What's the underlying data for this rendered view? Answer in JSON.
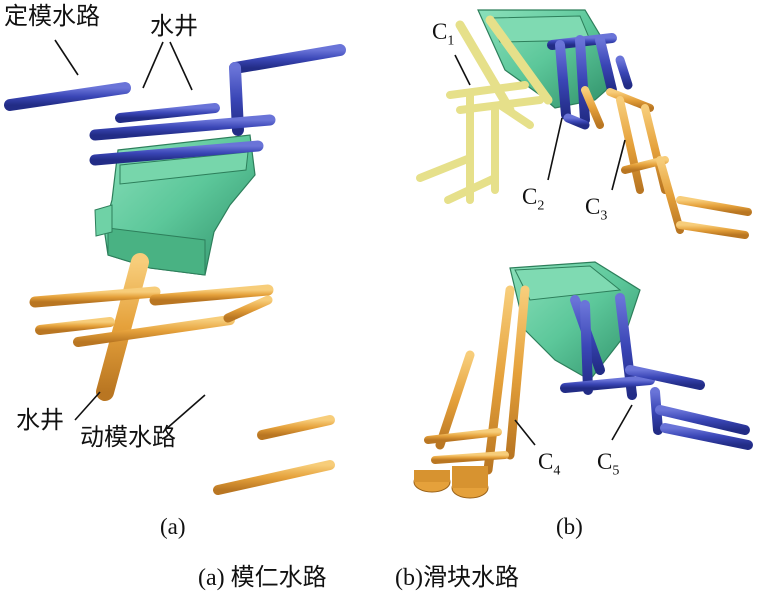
{
  "labels": {
    "fixed_mold_water": "定模水路",
    "well_top": "水井",
    "well_bottom": "水井",
    "moving_mold_water": "动模水路"
  },
  "channels": [
    {
      "letter": "C",
      "sub": "1"
    },
    {
      "letter": "C",
      "sub": "2"
    },
    {
      "letter": "C",
      "sub": "3"
    },
    {
      "letter": "C",
      "sub": "4"
    },
    {
      "letter": "C",
      "sub": "5"
    }
  ],
  "subfigs": {
    "a": "(a)",
    "b": "(b)"
  },
  "caption": {
    "a": "(a) 模仁水路",
    "b": "(b)滑块水路"
  },
  "colors": {
    "blue_pipe": "#3a46b6",
    "orange_pipe": "#e5a13b",
    "yellow_pipe": "#e6e08a",
    "green_part": "#5cc79a"
  }
}
